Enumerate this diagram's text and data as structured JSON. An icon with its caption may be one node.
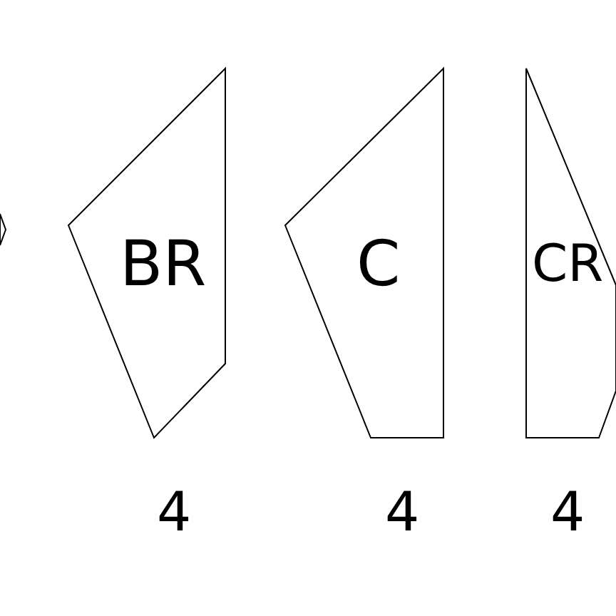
{
  "diagram": {
    "nodes": [
      {
        "text": [],
        "shape": "polygon"
      },
      {
        "text": [
          "BR"
        ],
        "beside": [
          "4"
        ]
      },
      {
        "text": [
          "C"
        ],
        "beside": [
          "4"
        ]
      },
      {
        "text": [
          "CR"
        ],
        "beside": [
          "4"
        ]
      }
    ]
  }
}
